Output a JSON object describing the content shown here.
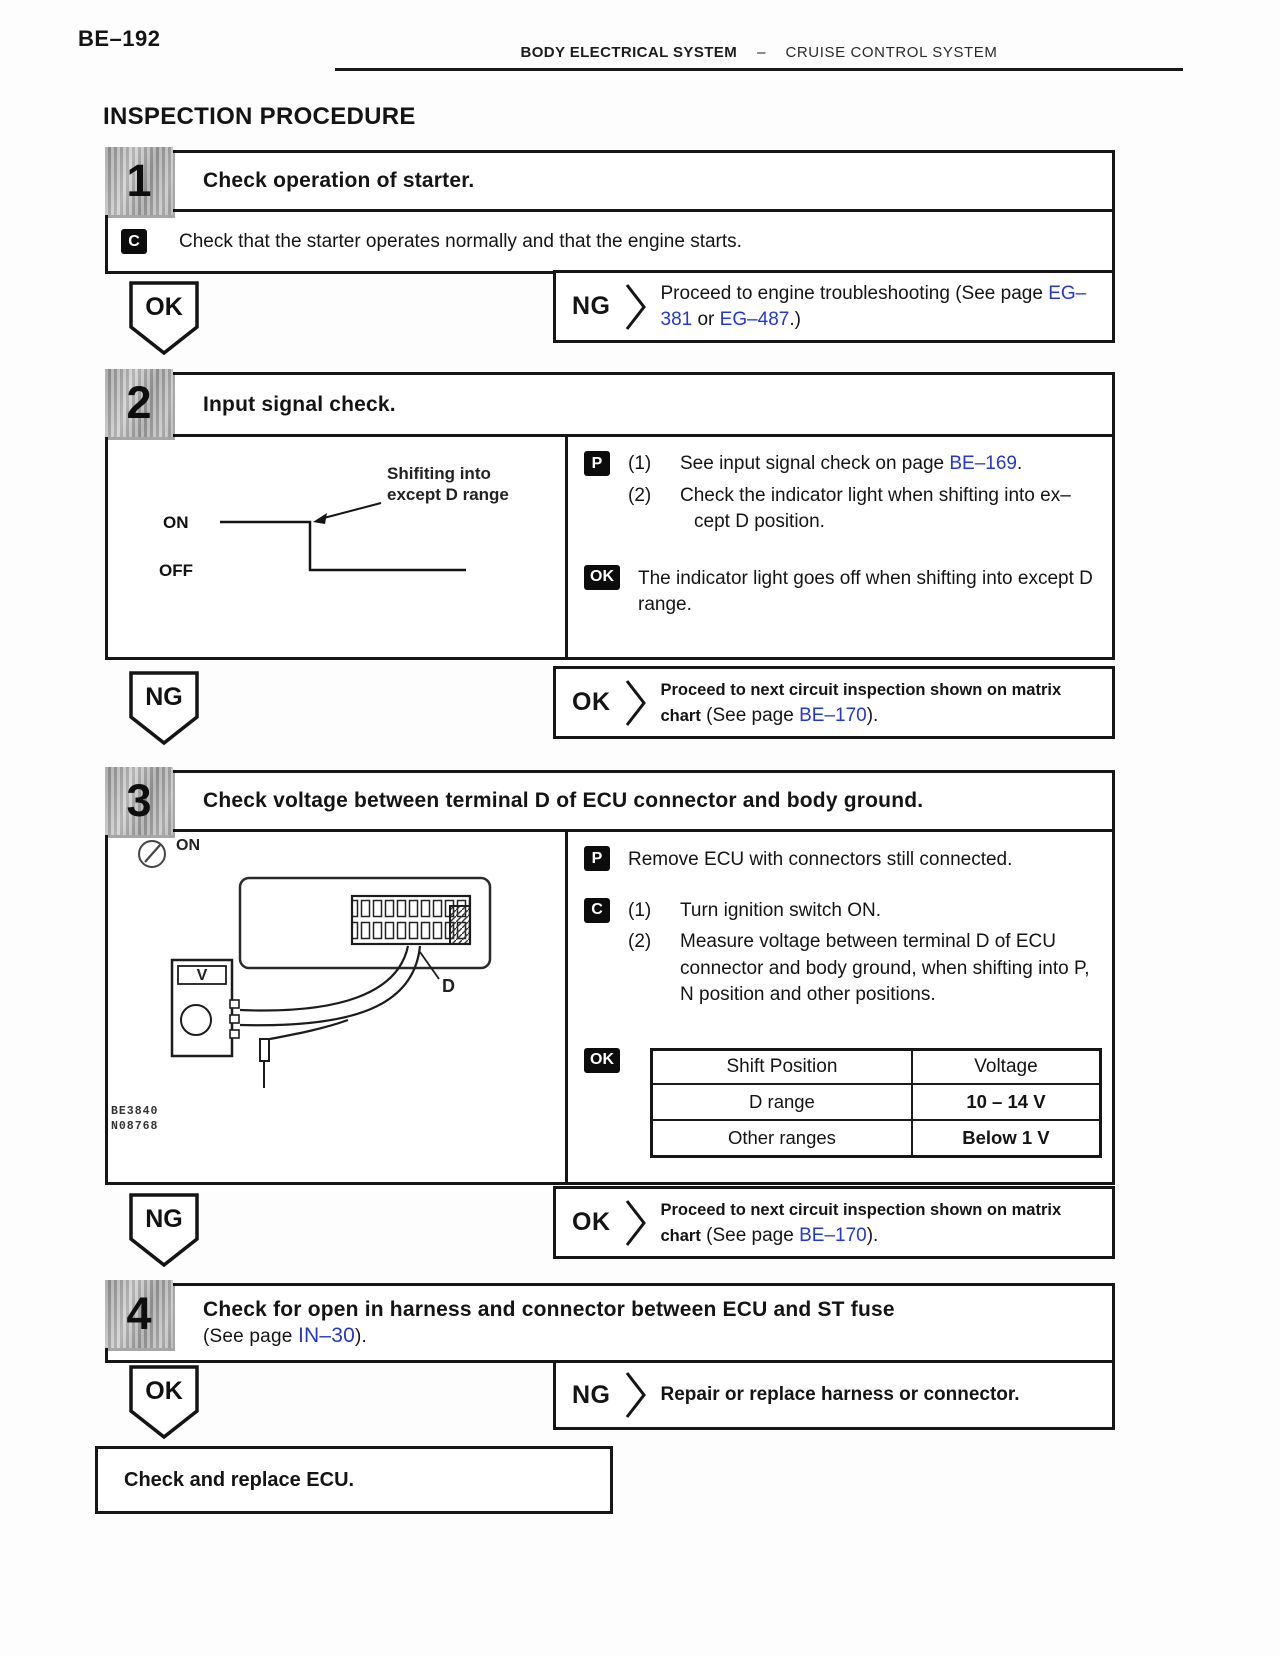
{
  "header": {
    "page_code": "BE–192",
    "section": "BODY ELECTRICAL SYSTEM",
    "separator": "–",
    "subsection": "CRUISE CONTROL SYSTEM"
  },
  "procedure_title": "INSPECTION PROCEDURE",
  "colors": {
    "link": "#2438cc"
  },
  "steps": {
    "s1": {
      "number": "1",
      "title": "Check operation of starter.",
      "c_badge": "C",
      "c_text": "Check that the starter operates normally and that the engine starts.",
      "ok_flag": "OK",
      "ng_label": "NG",
      "ng_action": {
        "pre": "Proceed to engine troubleshooting (See page ",
        "link1": "EG–381",
        "mid": " or ",
        "link2": "EG–487",
        "post": ".)"
      }
    },
    "s2": {
      "number": "2",
      "title": "Input signal check.",
      "diagram": {
        "annotation1": "Shifiting into",
        "annotation2": "except D range",
        "on": "ON",
        "off": "OFF"
      },
      "p_badge": "P",
      "p_item1_num": "(1)",
      "p_item1_pre": "See input signal check on page ",
      "p_item1_link": "BE–169",
      "p_item1_post": ".",
      "p_item2_num": "(2)",
      "p_item2_line1": "Check the indicator light when shifting into ex–",
      "p_item2_line2": "cept D position.",
      "ok_badge": "OK",
      "ok_text": "The indicator light goes off when shifting into except D range.",
      "ng_flag": "NG",
      "ok_label": "OK",
      "ok_action": {
        "bold": "Proceed to next circuit inspection shown on matrix chart",
        "pre": " (See page ",
        "link": "BE–170",
        "post": ")."
      }
    },
    "s3": {
      "number": "3",
      "title": "Check voltage between terminal D of ECU connector and body ground.",
      "illus": {
        "on": "ON",
        "v": "V",
        "d": "D",
        "code1": "BE3840",
        "code2": "N08768"
      },
      "p_badge": "P",
      "p_text": "Remove ECU with connectors still connected.",
      "c_badge": "C",
      "c_item1_num": "(1)",
      "c_item1_text": "Turn ignition switch ON.",
      "c_item2_num": "(2)",
      "c_item2_text": "Measure voltage between terminal D of ECU connector and body ground, when shifting into P, N position and other positions.",
      "ok_badge": "OK",
      "table": {
        "headers": [
          "Shift Position",
          "Voltage"
        ],
        "rows": [
          [
            "D range",
            "10 – 14 V"
          ],
          [
            "Other ranges",
            "Below 1 V"
          ]
        ]
      },
      "ng_flag": "NG",
      "ok_label": "OK",
      "ok_action": {
        "bold": "Proceed to next circuit inspection shown on matrix chart",
        "pre": " (See page ",
        "link": "BE–170",
        "post": ")."
      }
    },
    "s4": {
      "number": "4",
      "title": "Check for open in harness and connector between ECU and ST fuse",
      "sub_pre": "(See page ",
      "sub_link": "IN–30",
      "sub_post": ").",
      "ok_flag": "OK",
      "ng_label": "NG",
      "ng_action": "Repair or replace harness or connector."
    }
  },
  "final_box": "Check and replace ECU."
}
